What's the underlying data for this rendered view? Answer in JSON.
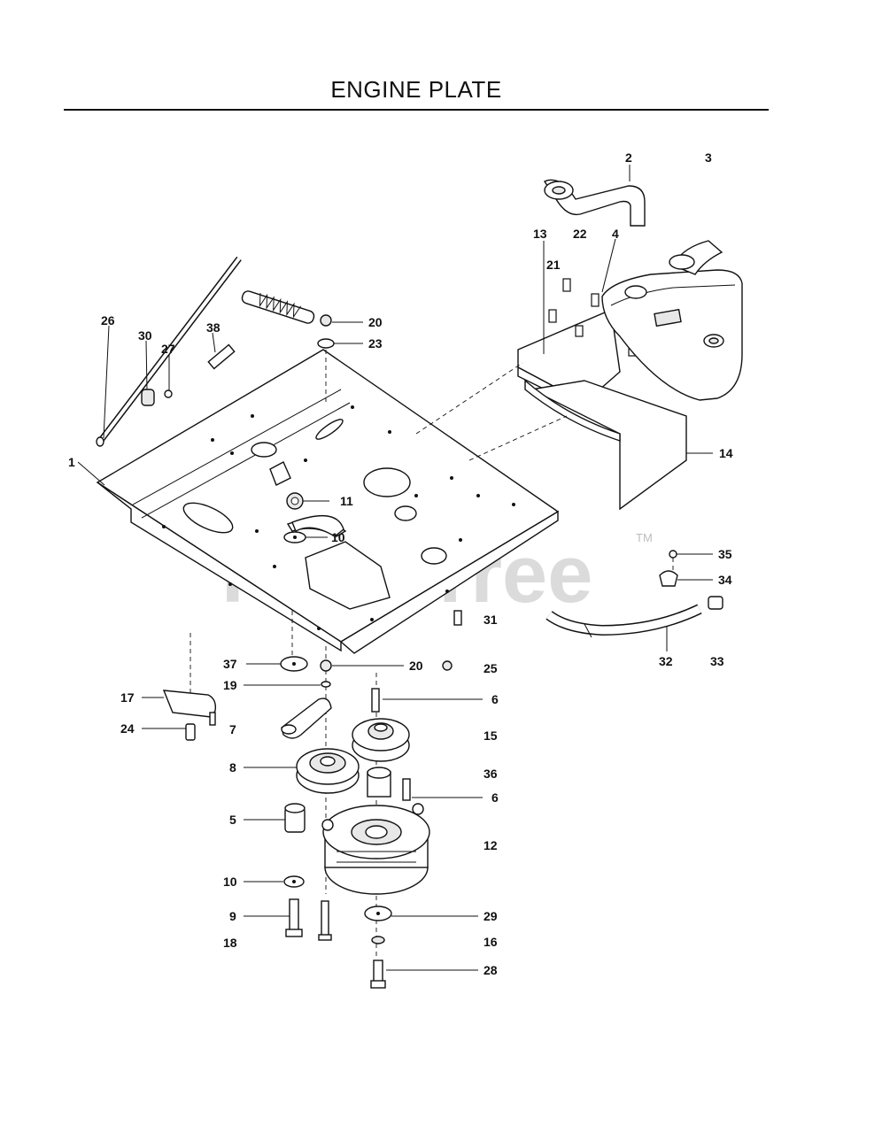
{
  "title": "ENGINE PLATE",
  "watermark": {
    "text": "PartsTree",
    "tm": "TM"
  },
  "callouts": [
    {
      "id": "c1",
      "text": "1"
    },
    {
      "id": "c2",
      "text": "2"
    },
    {
      "id": "c3",
      "text": "3"
    },
    {
      "id": "c4",
      "text": "4"
    },
    {
      "id": "c5",
      "text": "5"
    },
    {
      "id": "c6a",
      "text": "6"
    },
    {
      "id": "c6b",
      "text": "6"
    },
    {
      "id": "c7",
      "text": "7"
    },
    {
      "id": "c8",
      "text": "8"
    },
    {
      "id": "c9",
      "text": "9"
    },
    {
      "id": "c10a",
      "text": "10"
    },
    {
      "id": "c10b",
      "text": "10"
    },
    {
      "id": "c11",
      "text": "11"
    },
    {
      "id": "c12",
      "text": "12"
    },
    {
      "id": "c13",
      "text": "13"
    },
    {
      "id": "c14",
      "text": "14"
    },
    {
      "id": "c15",
      "text": "15"
    },
    {
      "id": "c16",
      "text": "16"
    },
    {
      "id": "c17",
      "text": "17"
    },
    {
      "id": "c18",
      "text": "18"
    },
    {
      "id": "c19",
      "text": "19"
    },
    {
      "id": "c20a",
      "text": "20"
    },
    {
      "id": "c20b",
      "text": "20"
    },
    {
      "id": "c21",
      "text": "21"
    },
    {
      "id": "c22",
      "text": "22"
    },
    {
      "id": "c23",
      "text": "23"
    },
    {
      "id": "c24",
      "text": "24"
    },
    {
      "id": "c25",
      "text": "25"
    },
    {
      "id": "c26",
      "text": "26"
    },
    {
      "id": "c27",
      "text": "27"
    },
    {
      "id": "c28",
      "text": "28"
    },
    {
      "id": "c29",
      "text": "29"
    },
    {
      "id": "c30",
      "text": "30"
    },
    {
      "id": "c31",
      "text": "31"
    },
    {
      "id": "c32",
      "text": "32"
    },
    {
      "id": "c33",
      "text": "33"
    },
    {
      "id": "c34",
      "text": "34"
    },
    {
      "id": "c35",
      "text": "35"
    },
    {
      "id": "c36",
      "text": "36"
    },
    {
      "id": "c37",
      "text": "37"
    },
    {
      "id": "c38",
      "text": "38"
    }
  ]
}
